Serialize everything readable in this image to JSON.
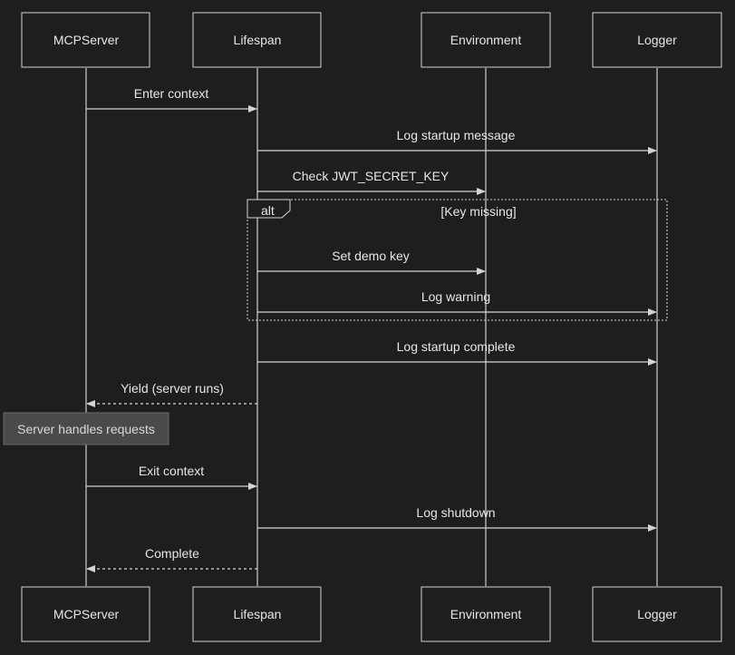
{
  "participants": [
    {
      "id": "mcp",
      "label": "MCPServer"
    },
    {
      "id": "life",
      "label": "Lifespan"
    },
    {
      "id": "env",
      "label": "Environment"
    },
    {
      "id": "log",
      "label": "Logger"
    }
  ],
  "messages": [
    {
      "from": "mcp",
      "to": "life",
      "label": "Enter context",
      "dashed": false
    },
    {
      "from": "life",
      "to": "log",
      "label": "Log startup message",
      "dashed": false
    },
    {
      "from": "life",
      "to": "env",
      "label": "Check JWT_SECRET_KEY",
      "dashed": false
    },
    {
      "from": "life",
      "to": "env",
      "label": "Set demo key",
      "dashed": false
    },
    {
      "from": "life",
      "to": "log",
      "label": "Log warning",
      "dashed": false
    },
    {
      "from": "life",
      "to": "log",
      "label": "Log startup complete",
      "dashed": false
    },
    {
      "from": "life",
      "to": "mcp",
      "label": "Yield (server runs)",
      "dashed": true
    },
    {
      "from": "mcp",
      "to": "life",
      "label": "Exit context",
      "dashed": false
    },
    {
      "from": "life",
      "to": "log",
      "label": "Log shutdown",
      "dashed": false
    },
    {
      "from": "life",
      "to": "mcp",
      "label": "Complete",
      "dashed": true
    }
  ],
  "alt_block": {
    "keyword": "alt",
    "condition": "[Key missing]"
  },
  "note": {
    "over": "mcp",
    "text": "Server handles requests"
  },
  "colors": {
    "background": "#1e1e1e",
    "line": "#d4d4d4",
    "text": "#e6e6e6",
    "note_fill": "#4a4a4a"
  }
}
